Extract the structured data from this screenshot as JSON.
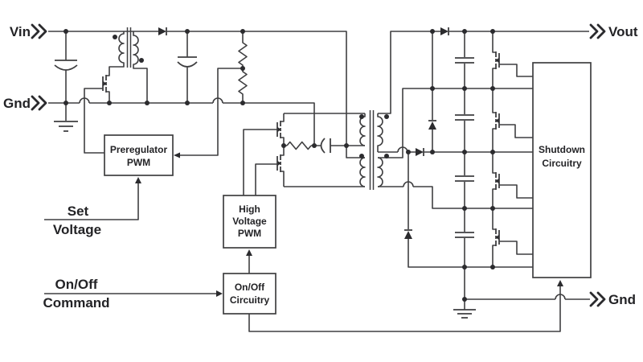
{
  "colors": {
    "background": "#ffffff",
    "wire": "#3f3f41",
    "text": "#232326"
  },
  "terminals": {
    "vin": {
      "label": "Vin"
    },
    "gnd_left": {
      "label": "Gnd"
    },
    "vout": {
      "label": "Vout"
    },
    "gnd_right": {
      "label": "Gnd"
    }
  },
  "blocks": {
    "preregulator_pwm": {
      "lines": [
        "Preregulator",
        "PWM"
      ]
    },
    "high_voltage_pwm": {
      "lines": [
        "High",
        "Voltage",
        "PWM"
      ]
    },
    "onoff_circuitry": {
      "lines": [
        "On/Off",
        "Circuitry"
      ]
    },
    "shutdown_circuitry": {
      "lines": [
        "Shutdown",
        "Circuitry"
      ]
    }
  },
  "annotations": {
    "set_voltage": {
      "lines": [
        "Set",
        "Voltage"
      ]
    },
    "onoff_command": {
      "lines": [
        "On/Off",
        "Command"
      ]
    }
  }
}
